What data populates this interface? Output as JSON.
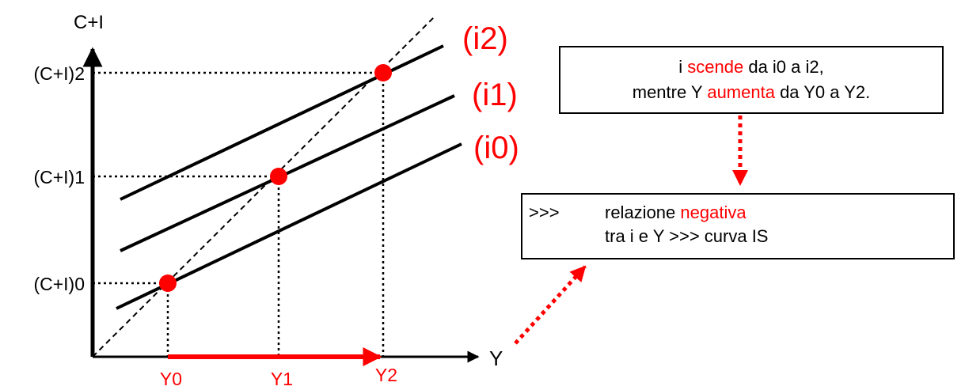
{
  "colors": {
    "accent": "#ff0000",
    "ink": "#000000"
  },
  "axes": {
    "y_label": "C+I",
    "x_label": "Y"
  },
  "levels": [
    "(C+I)0",
    "(C+I)1",
    "(C+I)2"
  ],
  "incomes": [
    "Y0",
    "Y1",
    "Y2"
  ],
  "curves": [
    "(i0)",
    "(i1)",
    "(i2)"
  ],
  "box_top": {
    "line1": {
      "a": "i ",
      "b": "scende",
      "c": " da i0 a i2,"
    },
    "line2": {
      "a": "mentre Y ",
      "b": "aumenta",
      "c": " da Y0 a Y2."
    }
  },
  "box_bottom": {
    "prefix": ">>>",
    "line1": {
      "a": "relazione ",
      "b": "negativa"
    },
    "line2": "tra i e Y >>> curva IS"
  }
}
